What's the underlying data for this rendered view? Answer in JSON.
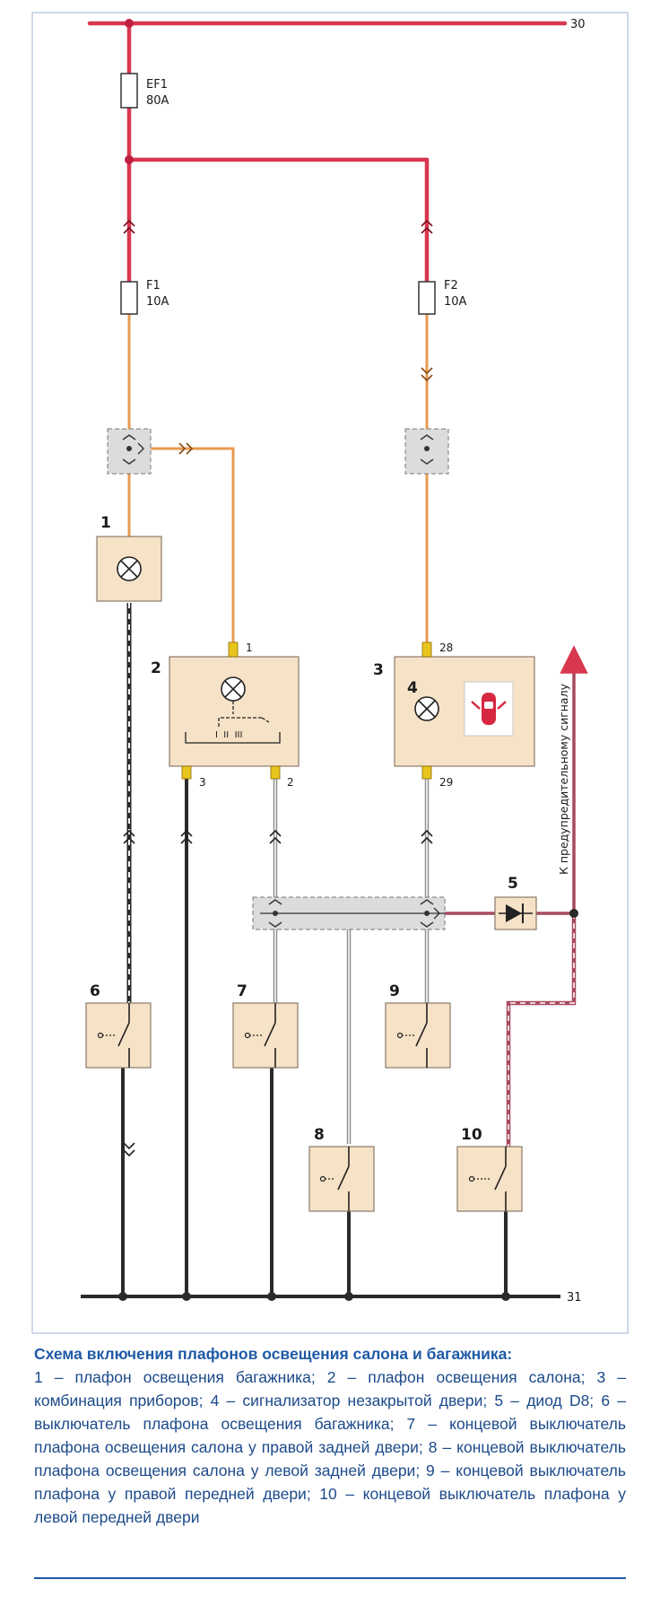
{
  "colors": {
    "red": "#d8374f",
    "orange": "#e89a52",
    "dark": "#2a2a2a",
    "gray": "#909090",
    "box_fill": "#f6e2c6",
    "box_stroke": "#8a7a68",
    "connector": "#e8c51e",
    "caption_blue": "#1f5aa6"
  },
  "terminals": {
    "t30": "30",
    "t31": "31"
  },
  "fuses": {
    "ef1_name": "EF1",
    "ef1_rating": "80A",
    "f1_name": "F1",
    "f1_rating": "10A",
    "f2_name": "F2",
    "f2_rating": "10A"
  },
  "components": {
    "c1": "1",
    "c2": "2",
    "c3": "3",
    "c4": "4",
    "c5": "5",
    "c6": "6",
    "c7": "7",
    "c8": "8",
    "c9": "9",
    "c10": "10"
  },
  "pins": {
    "p1": "1",
    "p2": "2",
    "p3": "3",
    "p28": "28",
    "p29": "29"
  },
  "switch_positions": "I  II  III",
  "side_label": "К предупредительному сигналу",
  "caption": {
    "title": "Схема включения плафонов освещения салона и багажника:",
    "text": "1 – плафон освещения багажника; 2 – плафон освещения салона; 3 – комбинация приборов; 4 – сигнализатор незакрытой двери; 5 – диод D8; 6 – выключатель плафона освещения багажника; 7 – концевой выключатель плафона освещения салона у правой задней двери; 8 – концевой выключатель плафона освещения салона у левой задней двери; 9 – концевой выключатель плафона у правой передней двери; 10 – концевой выключатель плафона у левой передней двери"
  }
}
